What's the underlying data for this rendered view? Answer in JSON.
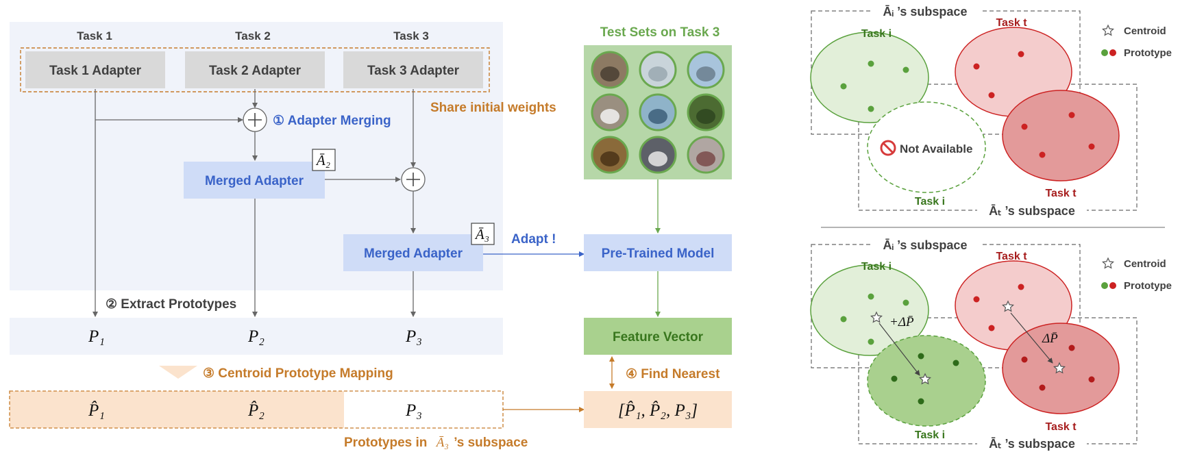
{
  "colors": {
    "panel_bg": "#f0f3fa",
    "adapter_gray": "#d9d9d9",
    "merged_blue": "#cfdcf7",
    "blue_text": "#3a63c8",
    "orange_text": "#c57b2a",
    "green_text": "#6aa84f",
    "test_green": "#b6d7a8",
    "feature_green": "#a9d18e",
    "peach": "#fbe3cd",
    "light_green_fill": "#e2efd9",
    "mid_green_fill": "#a9d08e",
    "light_red_fill": "#f4cccc",
    "mid_red_fill": "#e39a9a",
    "dot_green": "#5aa13d",
    "dot_red": "#cc2222"
  },
  "left": {
    "task_headers": [
      "Task 1",
      "Task 2",
      "Task 3"
    ],
    "adapters": [
      "Task 1 Adapter",
      "Task 2 Adapter",
      "Task 3 Adapter"
    ],
    "share_weights": "Share initial weights",
    "merge_step": "① Adapter Merging",
    "merged_adapter_1": "Merged Adapter",
    "merged_adapter_2": "Merged Adapter",
    "a2_label": "Ā₂",
    "a3_label": "Ā₃",
    "adapt": "Adapt !",
    "extract_step": "② Extract Prototypes",
    "prototypes": [
      "P₁",
      "P₂",
      "P₃"
    ],
    "mapping_step": "③ Centroid Prototype Mapping",
    "mapped": [
      "P̂₁",
      "P̂₂",
      "P₃"
    ],
    "subspace_caption_prefix": "Prototypes in",
    "subspace_caption_symbol": "Ā₃",
    "subspace_caption_suffix": "’s subspace"
  },
  "middle": {
    "test_title": "Test Sets on Task 3",
    "pretrained": "Pre-Trained Model",
    "feature": "Feature Vector",
    "find_step": "④ Find Nearest",
    "result": "[P̂₁, P̂₂, P₃]"
  },
  "top_panel": {
    "subspace_i": "Āᵢ ’s subspace",
    "subspace_t": "Āₜ ’s subspace",
    "task_i": "Task i",
    "task_t": "Task t",
    "task_i_bottom": "Task i",
    "task_t_bottom": "Task t",
    "not_available": "Not Available",
    "legend_centroid": "Centroid",
    "legend_prototype": "Prototype"
  },
  "bottom_panel": {
    "subspace_i": "Āᵢ ’s subspace",
    "subspace_t": "Āₜ ’s subspace",
    "task_i": "Task i",
    "task_t": "Task t",
    "task_i_bottom": "Task i",
    "task_t_bottom": "Task t",
    "delta_i": "+ΔP̄",
    "delta_t": "ΔP̄",
    "legend_centroid": "Centroid",
    "legend_prototype": "Prototype"
  }
}
